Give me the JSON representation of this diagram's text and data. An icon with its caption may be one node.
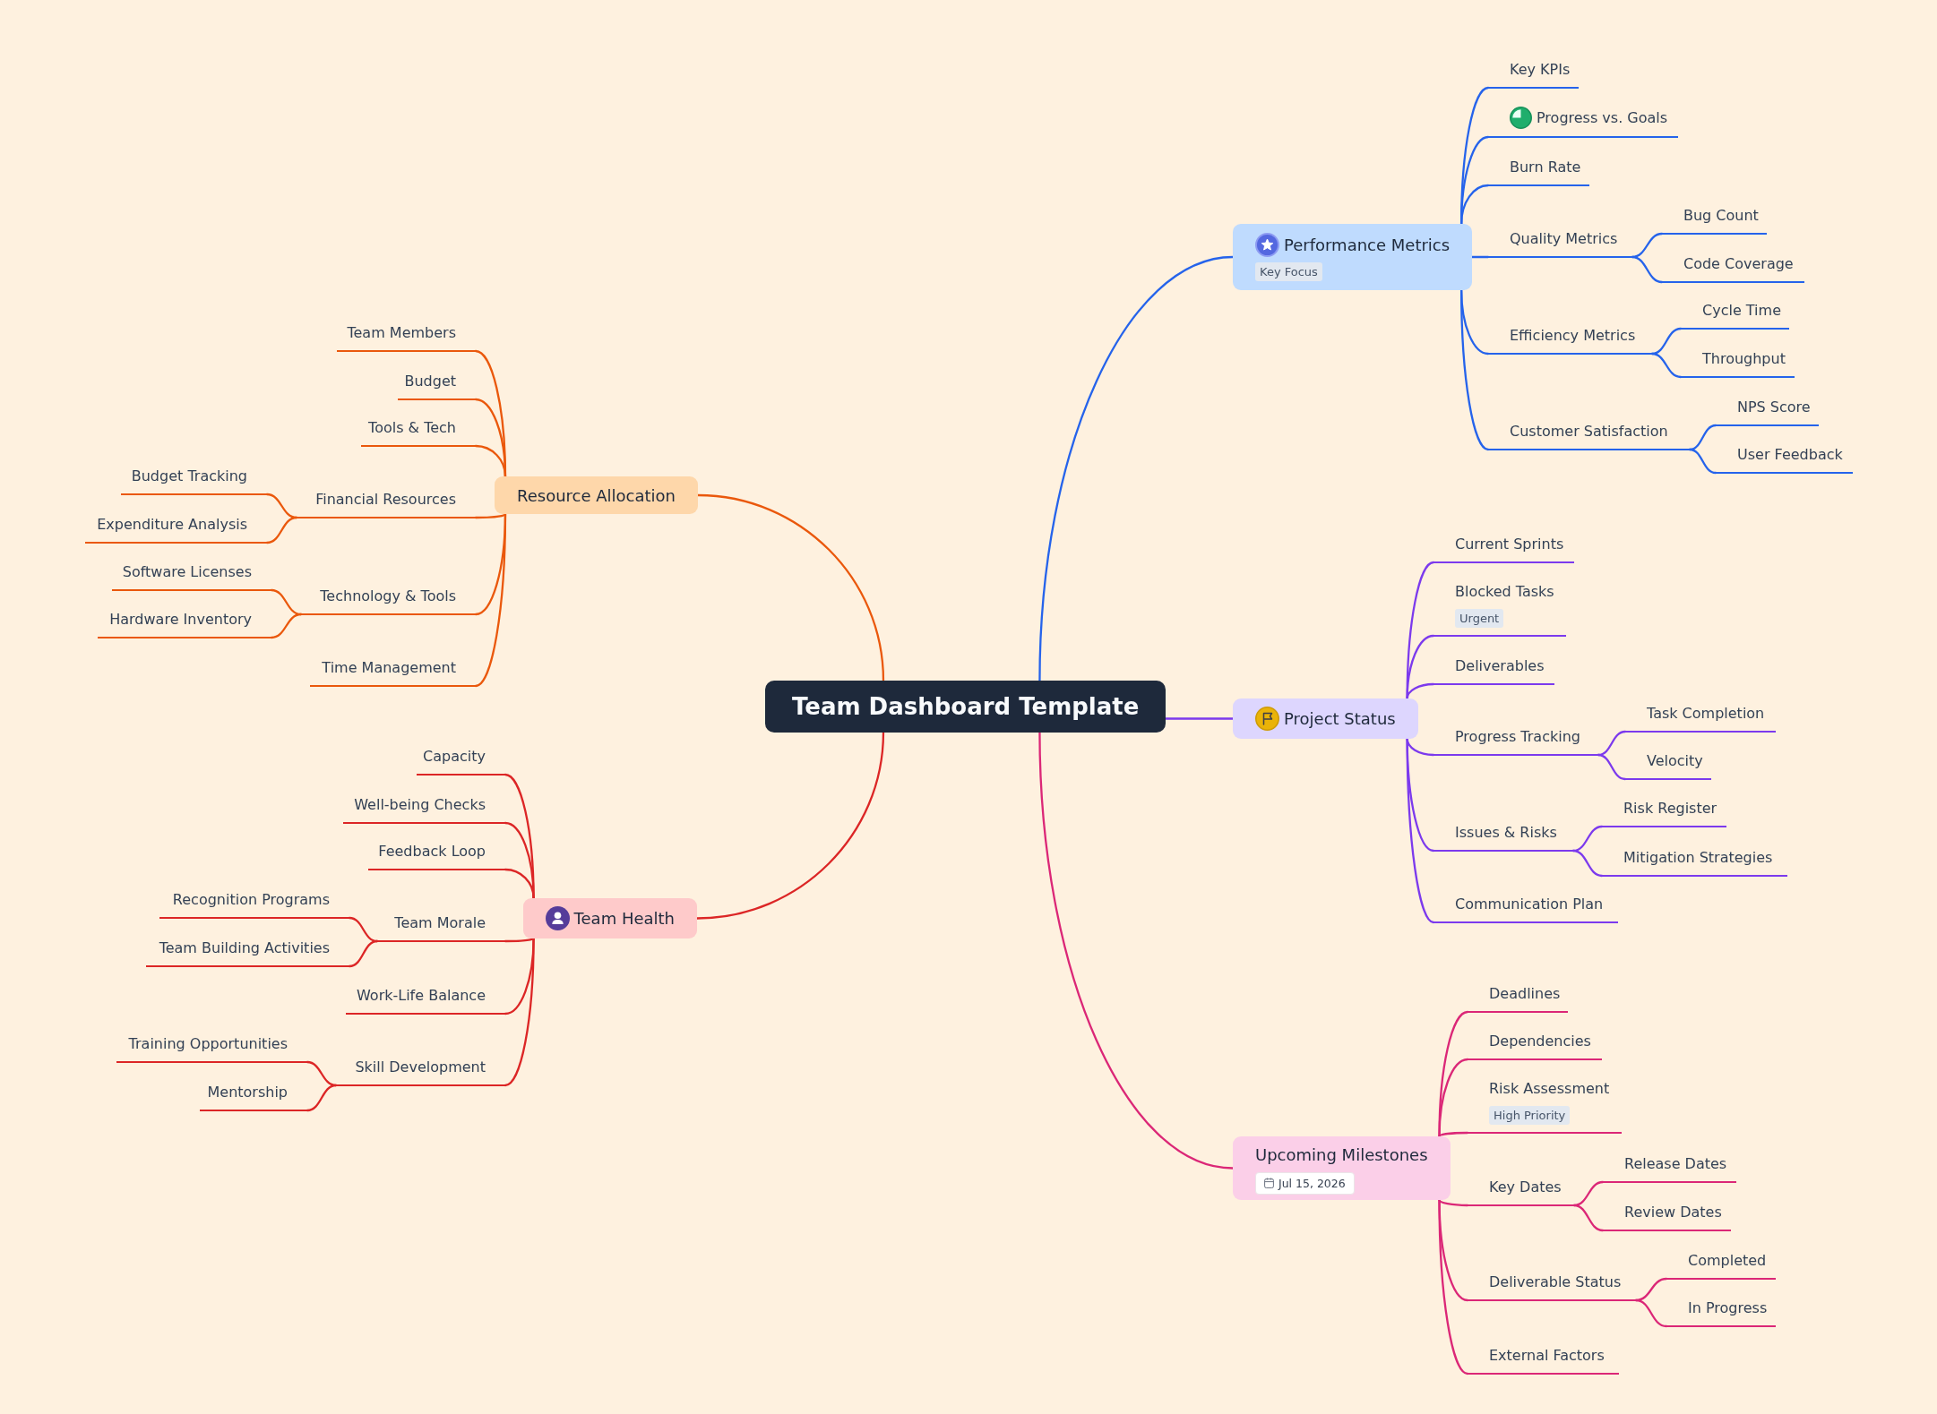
{
  "diagram": {
    "nodes": [
      {
        "text": [
          "Team Dashboard Template"
        ]
      },
      {
        "text": [
          "Resource Allocation"
        ]
      },
      {
        "text": [
          "Team Members"
        ]
      },
      {
        "text": [
          "Budget"
        ]
      },
      {
        "text": [
          "Tools & Tech"
        ]
      },
      {
        "text": [
          "Financial Resources"
        ]
      },
      {
        "text": [
          "Budget Tracking"
        ]
      },
      {
        "text": [
          "Expenditure Analysis"
        ]
      },
      {
        "text": [
          "Technology & Tools"
        ]
      },
      {
        "text": [
          "Software Licenses"
        ]
      },
      {
        "text": [
          "Hardware Inventory"
        ]
      },
      {
        "text": [
          "Time Management"
        ]
      },
      {
        "text": [
          "Team Health"
        ]
      },
      {
        "text": [
          "Capacity"
        ]
      },
      {
        "text": [
          "Well-being Checks"
        ]
      },
      {
        "text": [
          "Feedback Loop"
        ]
      },
      {
        "text": [
          "Team Morale"
        ]
      },
      {
        "text": [
          "Recognition Programs"
        ]
      },
      {
        "text": [
          "Team Building Activities"
        ]
      },
      {
        "text": [
          "Work-Life Balance"
        ]
      },
      {
        "text": [
          "Skill Development"
        ]
      },
      {
        "text": [
          "Training Opportunities"
        ]
      },
      {
        "text": [
          "Mentorship"
        ]
      },
      {
        "text": [
          "Performance Metrics",
          "Key Focus"
        ]
      },
      {
        "text": [
          "Key KPIs"
        ]
      },
      {
        "text": [
          "Progress vs. Goals"
        ]
      },
      {
        "text": [
          "Burn Rate"
        ]
      },
      {
        "text": [
          "Quality Metrics"
        ]
      },
      {
        "text": [
          "Bug Count"
        ]
      },
      {
        "text": [
          "Code Coverage"
        ]
      },
      {
        "text": [
          "Efficiency Metrics"
        ]
      },
      {
        "text": [
          "Cycle Time"
        ]
      },
      {
        "text": [
          "Throughput"
        ]
      },
      {
        "text": [
          "Customer Satisfaction"
        ]
      },
      {
        "text": [
          "NPS Score"
        ]
      },
      {
        "text": [
          "User Feedback"
        ]
      },
      {
        "text": [
          "Project Status"
        ]
      },
      {
        "text": [
          "Current Sprints"
        ]
      },
      {
        "text": [
          "Blocked Tasks",
          "Urgent"
        ]
      },
      {
        "text": [
          "Deliverables"
        ]
      },
      {
        "text": [
          "Progress Tracking"
        ]
      },
      {
        "text": [
          "Task Completion"
        ]
      },
      {
        "text": [
          "Velocity"
        ]
      },
      {
        "text": [
          "Issues & Risks"
        ]
      },
      {
        "text": [
          "Risk Register"
        ]
      },
      {
        "text": [
          "Mitigation Strategies"
        ]
      },
      {
        "text": [
          "Communication Plan"
        ]
      },
      {
        "text": [
          "Upcoming Milestones",
          "Jul 15, 2026"
        ]
      },
      {
        "text": [
          "Deadlines"
        ]
      },
      {
        "text": [
          "Dependencies"
        ]
      },
      {
        "text": [
          "Risk Assessment",
          "High Priority"
        ]
      },
      {
        "text": [
          "Key Dates"
        ]
      },
      {
        "text": [
          "Release Dates"
        ]
      },
      {
        "text": [
          "Review Dates"
        ]
      },
      {
        "text": [
          "Deliverable Status"
        ]
      },
      {
        "text": [
          "Completed"
        ]
      },
      {
        "text": [
          "In Progress"
        ]
      },
      {
        "text": [
          "External Factors"
        ]
      }
    ],
    "edges": [
      {
        "from": 0,
        "to": 1,
        "arrow": "none",
        "color": "#ea580c"
      },
      {
        "from": 1,
        "to": 2,
        "arrow": "none",
        "color": "#ea580c"
      },
      {
        "from": 1,
        "to": 3,
        "arrow": "none",
        "color": "#ea580c"
      },
      {
        "from": 1,
        "to": 4,
        "arrow": "none",
        "color": "#ea580c"
      },
      {
        "from": 1,
        "to": 5,
        "arrow": "none",
        "color": "#ea580c"
      },
      {
        "from": 5,
        "to": 6,
        "arrow": "none",
        "color": "#ea580c"
      },
      {
        "from": 5,
        "to": 7,
        "arrow": "none",
        "color": "#ea580c"
      },
      {
        "from": 1,
        "to": 8,
        "arrow": "none",
        "color": "#ea580c"
      },
      {
        "from": 8,
        "to": 9,
        "arrow": "none",
        "color": "#ea580c"
      },
      {
        "from": 8,
        "to": 10,
        "arrow": "none",
        "color": "#ea580c"
      },
      {
        "from": 1,
        "to": 11,
        "arrow": "none",
        "color": "#ea580c"
      },
      {
        "from": 0,
        "to": 12,
        "arrow": "none",
        "color": "#dc2626"
      },
      {
        "from": 12,
        "to": 13,
        "arrow": "none",
        "color": "#dc2626"
      },
      {
        "from": 12,
        "to": 14,
        "arrow": "none",
        "color": "#dc2626"
      },
      {
        "from": 12,
        "to": 15,
        "arrow": "none",
        "color": "#dc2626"
      },
      {
        "from": 12,
        "to": 16,
        "arrow": "none",
        "color": "#dc2626"
      },
      {
        "from": 16,
        "to": 17,
        "arrow": "none",
        "color": "#dc2626"
      },
      {
        "from": 16,
        "to": 18,
        "arrow": "none",
        "color": "#dc2626"
      },
      {
        "from": 12,
        "to": 19,
        "arrow": "none",
        "color": "#dc2626"
      },
      {
        "from": 12,
        "to": 20,
        "arrow": "none",
        "color": "#dc2626"
      },
      {
        "from": 20,
        "to": 21,
        "arrow": "none",
        "color": "#dc2626"
      },
      {
        "from": 20,
        "to": 22,
        "arrow": "none",
        "color": "#dc2626"
      },
      {
        "from": 0,
        "to": 23,
        "arrow": "none"
      },
      {
        "from": 23,
        "to": 24,
        "arrow": "none"
      },
      {
        "from": 23,
        "to": 25,
        "arrow": "none"
      },
      {
        "from": 23,
        "to": 26,
        "arrow": "none"
      },
      {
        "from": 23,
        "to": 27,
        "arrow": "none"
      },
      {
        "from": 27,
        "to": 28,
        "arrow": "none"
      },
      {
        "from": 27,
        "to": 29,
        "arrow": "none"
      },
      {
        "from": 23,
        "to": 30,
        "arrow": "none"
      },
      {
        "from": 30,
        "to": 31,
        "arrow": "none"
      },
      {
        "from": 30,
        "to": 32,
        "arrow": "none"
      },
      {
        "from": 23,
        "to": 33,
        "arrow": "none"
      },
      {
        "from": 33,
        "to": 34,
        "arrow": "none"
      },
      {
        "from": 33,
        "to": 35,
        "arrow": "none"
      },
      {
        "from": 0,
        "to": 36,
        "arrow": "none",
        "color": "#7c3aed"
      },
      {
        "from": 36,
        "to": 37,
        "arrow": "none",
        "color": "#7c3aed"
      },
      {
        "from": 36,
        "to": 38,
        "arrow": "none",
        "color": "#7c3aed"
      },
      {
        "from": 36,
        "to": 39,
        "arrow": "none",
        "color": "#7c3aed"
      },
      {
        "from": 36,
        "to": 40,
        "arrow": "none",
        "color": "#7c3aed"
      },
      {
        "from": 40,
        "to": 41,
        "arrow": "none",
        "color": "#7c3aed"
      },
      {
        "from": 40,
        "to": 42,
        "arrow": "none",
        "color": "#7c3aed"
      },
      {
        "from": 36,
        "to": 43,
        "arrow": "none",
        "color": "#7c3aed"
      },
      {
        "from": 43,
        "to": 44,
        "arrow": "none",
        "color": "#7c3aed"
      },
      {
        "from": 43,
        "to": 45,
        "arrow": "none",
        "color": "#7c3aed"
      },
      {
        "from": 36,
        "to": 46,
        "arrow": "none",
        "color": "#7c3aed"
      },
      {
        "from": 0,
        "to": 47,
        "arrow": "none",
        "color": "#db2777"
      },
      {
        "from": 47,
        "to": 48,
        "arrow": "none",
        "color": "#db2777"
      },
      {
        "from": 47,
        "to": 49,
        "arrow": "none",
        "color": "#db2777"
      },
      {
        "from": 47,
        "to": 50,
        "arrow": "none",
        "color": "#db2777"
      },
      {
        "from": 47,
        "to": 51,
        "arrow": "none",
        "color": "#db2777"
      },
      {
        "from": 51,
        "to": 52,
        "arrow": "none",
        "color": "#db2777"
      },
      {
        "from": 51,
        "to": 53,
        "arrow": "none",
        "color": "#db2777"
      },
      {
        "from": 47,
        "to": 54,
        "arrow": "none",
        "color": "#db2777"
      },
      {
        "from": 54,
        "to": 55,
        "arrow": "none",
        "color": "#db2777"
      },
      {
        "from": 54,
        "to": 56,
        "arrow": "none",
        "color": "#db2777"
      },
      {
        "from": 47,
        "to": 57,
        "arrow": "none",
        "color": "#db2777"
      }
    ]
  }
}
